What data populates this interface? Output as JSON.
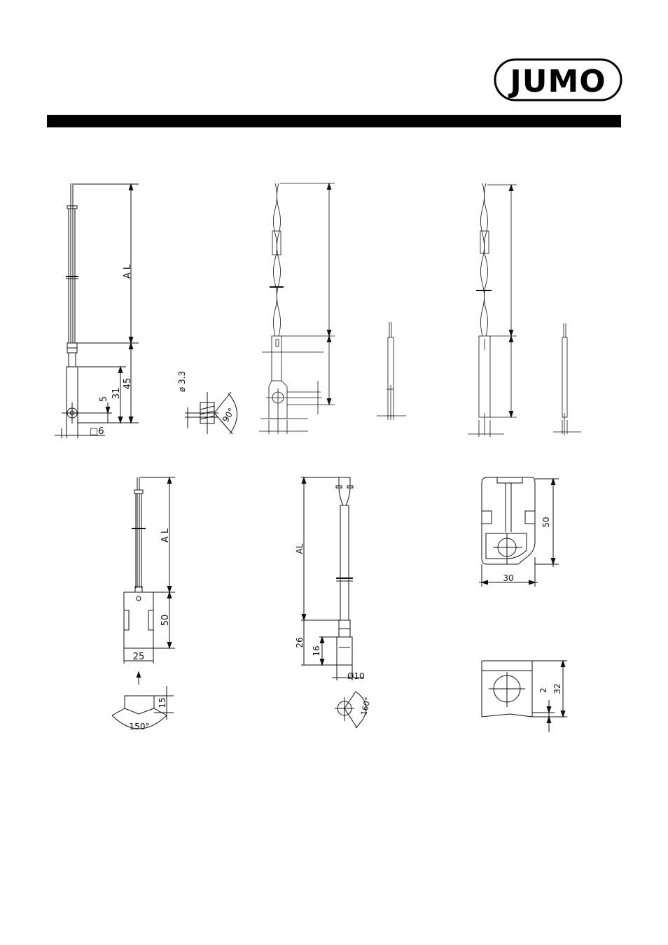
{
  "logo": {
    "text": "JUMO"
  },
  "colors": {
    "ink": "#111111",
    "bar": "#000000",
    "paper": "#ffffff"
  },
  "drawing1": {
    "al": "A L",
    "d45": "45",
    "d31": "31",
    "d5": "5",
    "sq6": "□6"
  },
  "detail1": {
    "dia": "ø 3.3",
    "angle": "90°"
  },
  "drawing4": {
    "al": "A L",
    "h50": "50",
    "w25": "25",
    "h15": "15",
    "angle": "150°"
  },
  "drawing5": {
    "al": "AL",
    "d26": "26",
    "d16": "16",
    "dia": "Ø10",
    "angle": "160°"
  },
  "drawing6": {
    "h50": "50",
    "w30": "30"
  },
  "drawing7": {
    "d2": "2",
    "h32": "32"
  }
}
